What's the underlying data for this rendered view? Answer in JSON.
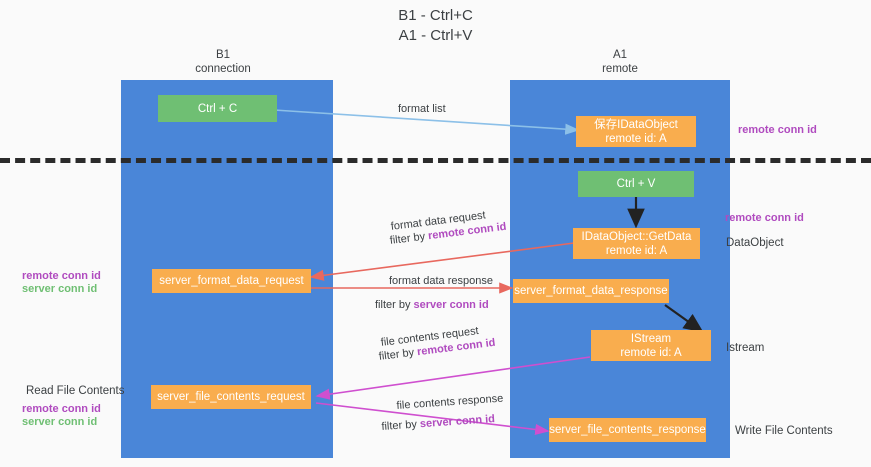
{
  "title": {
    "line1": "B1 - Ctrl+C",
    "line2": "A1 - Ctrl+V"
  },
  "columns": [
    {
      "name": "B1",
      "sub": "connection"
    },
    {
      "name": "A1",
      "sub": "remote"
    }
  ],
  "nodes": {
    "ctrl_c": "Ctrl + C",
    "ctrl_v": "Ctrl + V",
    "data_object_l1": "保存IDataObject",
    "data_object_l2": "remote id: A",
    "get_data_l1": "IDataObject::GetData",
    "get_data_l2": "remote id: A",
    "istream_l1": "IStream",
    "istream_l2": "remote id: A",
    "server_format_data_request": "server_format_data_request",
    "server_format_data_response": "server_format_data_response",
    "server_file_contents_request": "server_file_contents_request",
    "server_file_contents_response": "server_file_contents_response"
  },
  "flows": {
    "format_list": "format list",
    "format_data_request": "format data request",
    "format_data_request_filter_prefix": "filter by ",
    "format_data_request_filter_value": "remote conn id",
    "format_data_response": "format data response",
    "format_data_response_filter_prefix": "filter by ",
    "format_data_response_filter_value": "server conn id",
    "file_contents_request": "file contents request",
    "file_contents_request_filter_prefix": "filter by ",
    "file_contents_request_filter_value": "remote conn id",
    "file_contents_response": "file contents response",
    "file_contents_response_filter_prefix": "filter by ",
    "file_contents_response_filter_value": "server conn id"
  },
  "side_labels": {
    "data_object": "DataObject",
    "istream": "Istream",
    "write_file_contents": "Write File Contents",
    "read_file_contents": "Read File Contents"
  },
  "conn_labels": {
    "remote_top": "remote conn id",
    "remote_mid": "remote conn id",
    "left_remote_1": "remote conn id",
    "left_server_1": "server conn id",
    "left_remote_2": "remote conn id",
    "left_server_2": "server conn id"
  },
  "colors": {
    "lane": "#4a86d8",
    "green": "#6fbf73",
    "orange": "#f9ad4e",
    "remote_conn": "#b04bbf",
    "server_conn": "#6fbf73",
    "arrow_blue": "#8cc0e8",
    "arrow_red": "#e8685e",
    "arrow_magenta": "#cf4fcf",
    "arrow_black": "#222222"
  }
}
